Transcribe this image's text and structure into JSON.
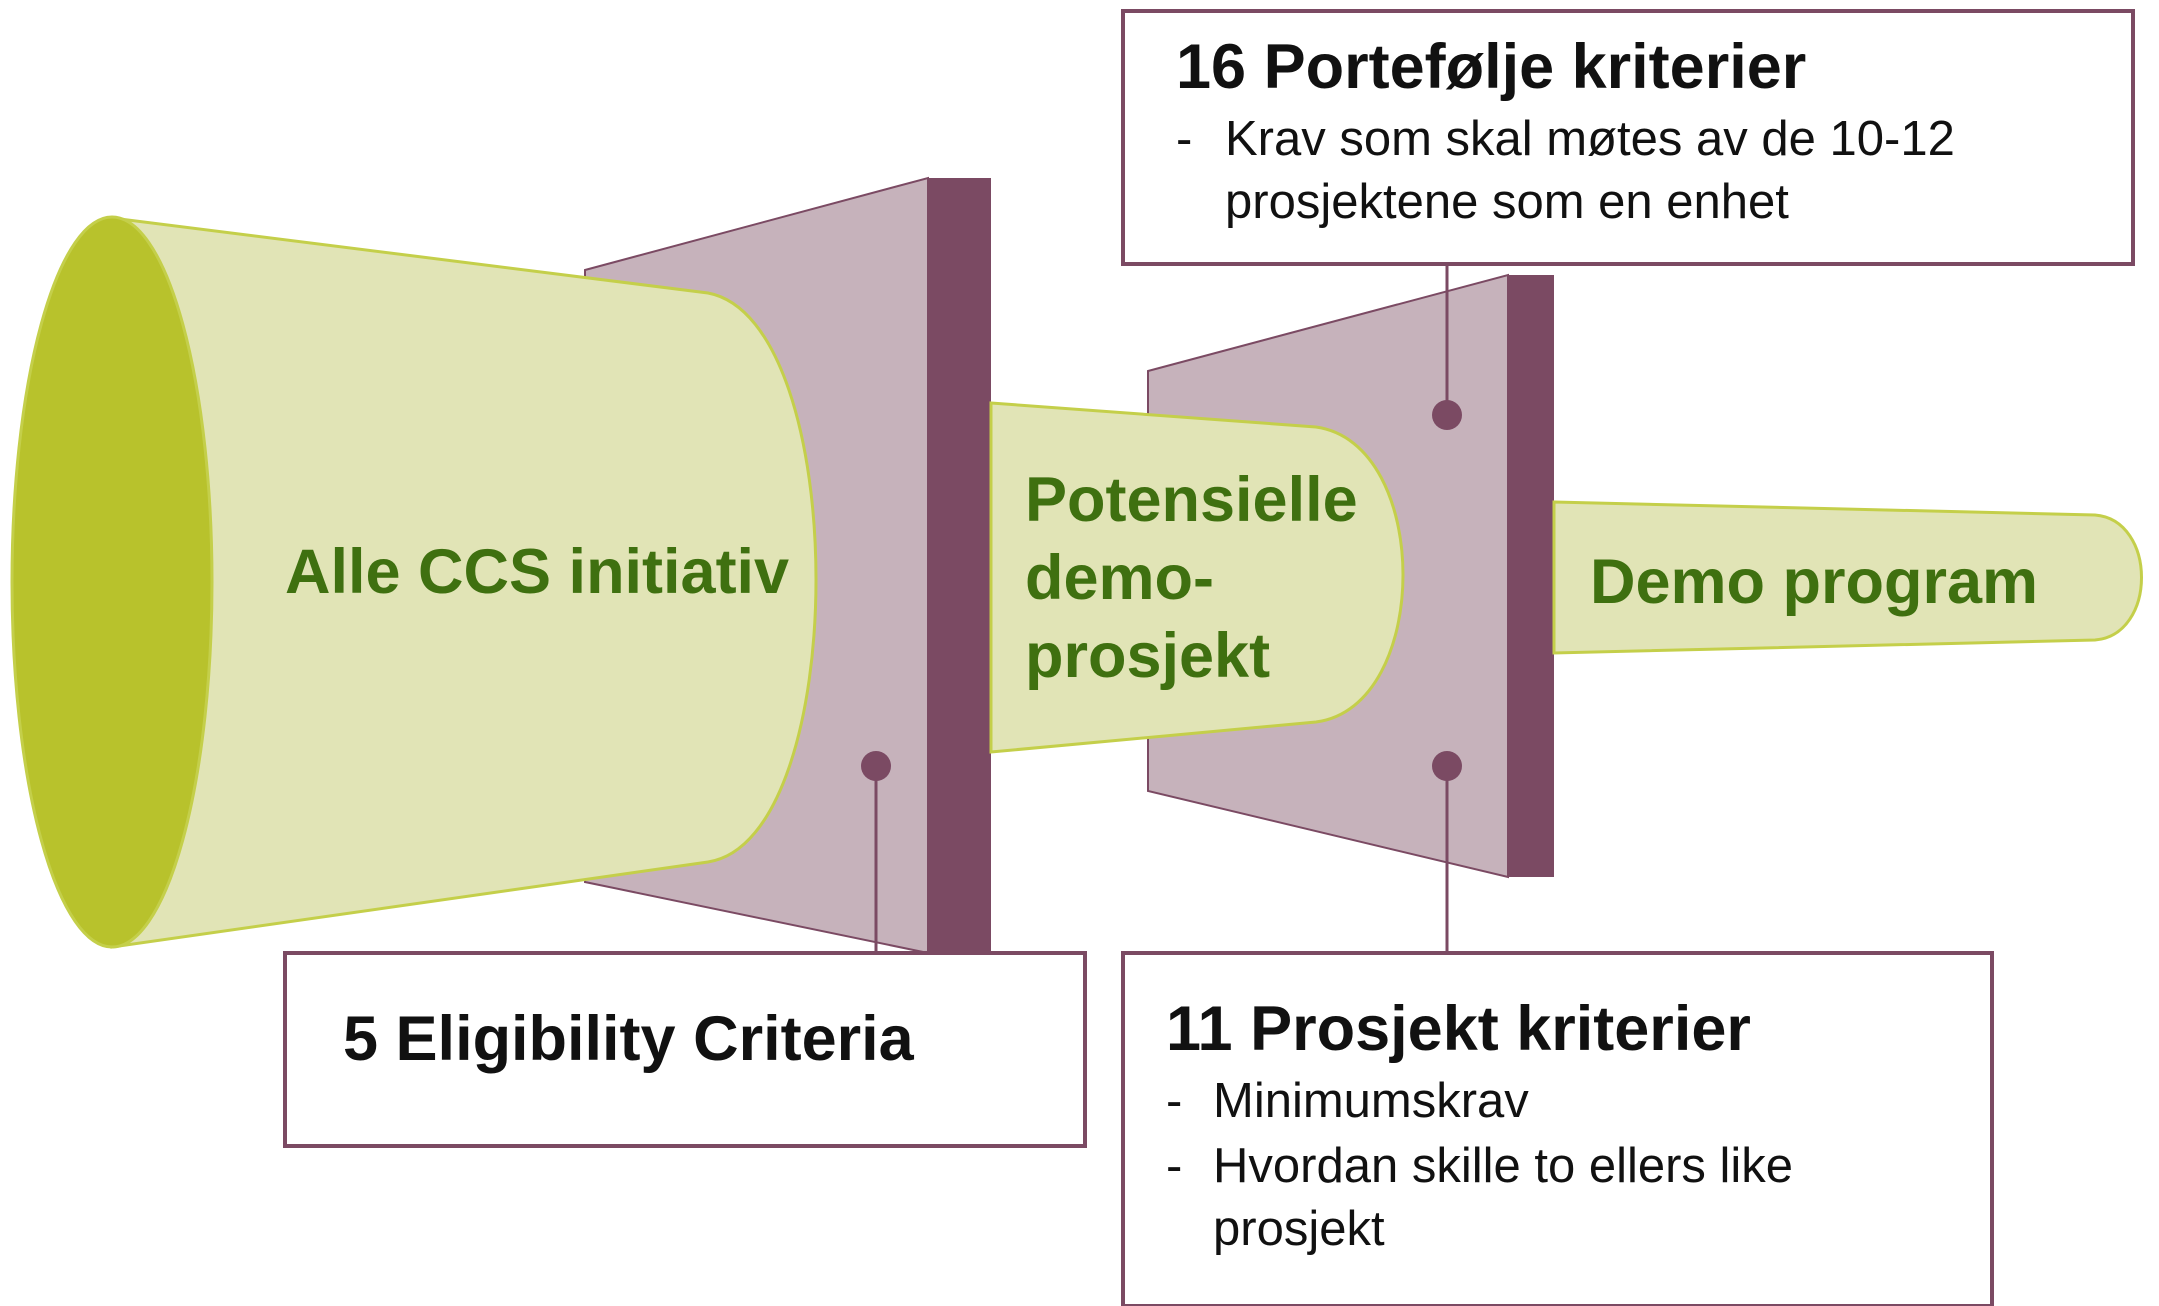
{
  "colors": {
    "funnel_fill": "#e1e4b6",
    "funnel_stroke": "#c4cf4a",
    "funnel_mouth": "#b8c22c",
    "filter_fill": "#c6b2bb",
    "filter_edge": "#7b4a63",
    "box_border": "#7b4a63",
    "stage_text": "#3f7010",
    "box_text": "#111111"
  },
  "stages": [
    {
      "id": "alle-ccs",
      "lines": [
        "Alle CCS initiativ"
      ]
    },
    {
      "id": "potensielle",
      "lines": [
        "Potensielle",
        "demo-",
        "prosjekt"
      ]
    },
    {
      "id": "demo-program",
      "lines": [
        "Demo program"
      ]
    }
  ],
  "boxes": {
    "portefolje": {
      "title": "16 Portefølje kriterier",
      "items": [
        {
          "bullet": "-",
          "lines": [
            "Krav som skal møtes av de 10-12",
            "prosjektene som en enhet"
          ]
        }
      ]
    },
    "eligibility": {
      "title": "5 Eligibility Criteria",
      "items": []
    },
    "prosjekt": {
      "title": "11 Prosjekt kriterier",
      "items": [
        {
          "bullet": "-",
          "lines": [
            "Minimumskrav"
          ]
        },
        {
          "bullet": "-",
          "lines": [
            "Hvordan skille to ellers like",
            "prosjekt"
          ]
        }
      ]
    }
  }
}
